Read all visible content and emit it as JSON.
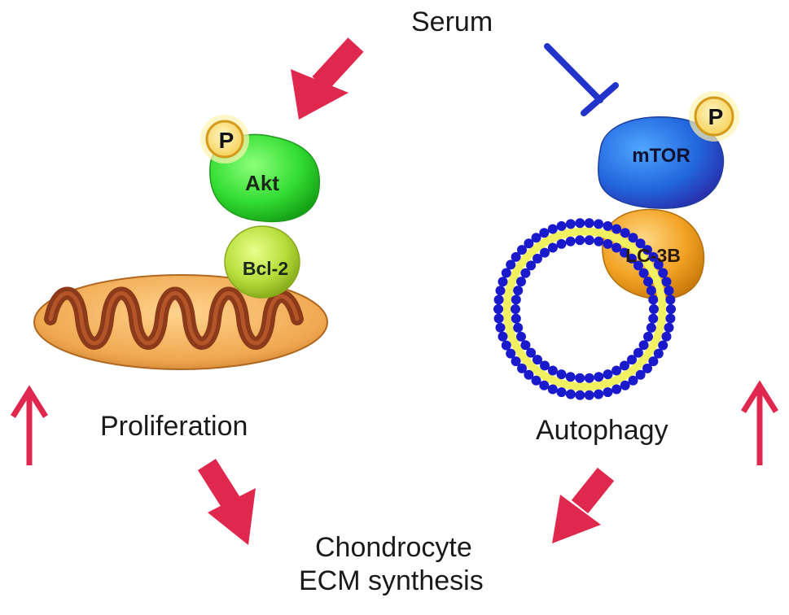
{
  "labels": {
    "serum": "Serum",
    "proliferation": "Proliferation",
    "autophagy": "Autophagy",
    "outcome_line1": "Chondrocyte",
    "outcome_line2": "ECM synthesis"
  },
  "molecules": {
    "akt": "Akt",
    "bcl2": "Bcl-2",
    "mtor": "mTOR",
    "lc3b": "LC-3B",
    "phospho_left": "P",
    "phospho_right": "P"
  },
  "colors": {
    "activation_arrow": "#e0284f",
    "inhibition": "#2233cc",
    "akt": "#33dd33",
    "bcl2": "#b5dd3a",
    "mtor": "#2266dd",
    "lc3b": "#f2a324",
    "mitochondrion_outer": "#f0a850",
    "mitochondrion_cristae": "#8b3a1a",
    "vesicle_dots": "#1a1acc",
    "vesicle_core": "#f0f060",
    "phospho_badge": "#f6d25a"
  }
}
